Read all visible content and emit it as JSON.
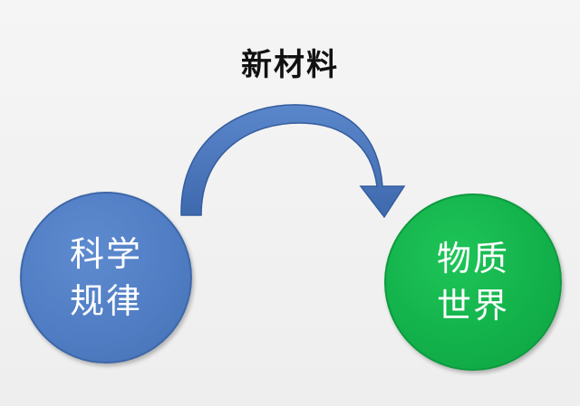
{
  "title": "新材料",
  "nodes": {
    "source": {
      "line1": "科学",
      "line2": "规律"
    },
    "target": {
      "line1": "物质",
      "line2": "世界"
    }
  },
  "colors": {
    "source": "#4f7cc2",
    "target": "#12b04a",
    "arrow": "#4a76bb"
  }
}
